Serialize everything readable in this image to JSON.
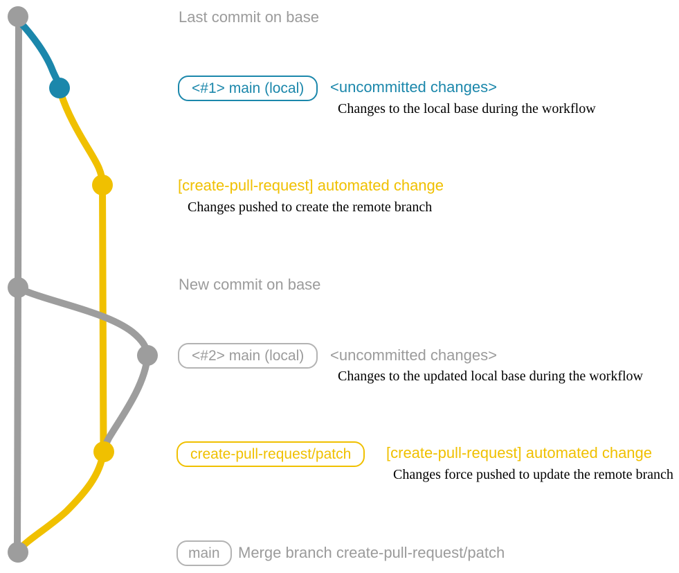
{
  "colors": {
    "gray": "#9d9d9d",
    "gray_text": "#9b9b9b",
    "gray_badge_border": "#b3b3b3",
    "blue": "#1b87ab",
    "yellow": "#f0c000",
    "note_black": "#000000"
  },
  "graph": {
    "branches": [
      "base (gray)",
      "main local (blue/gray)",
      "create-pull-request/patch (yellow)"
    ],
    "nodes": [
      {
        "name": "commit-last-on-base",
        "color": "gray"
      },
      {
        "name": "commit-main-local-1",
        "color": "blue"
      },
      {
        "name": "commit-automated-change-1",
        "color": "yellow"
      },
      {
        "name": "commit-new-on-base",
        "color": "gray"
      },
      {
        "name": "commit-main-local-2",
        "color": "gray"
      },
      {
        "name": "commit-automated-change-2",
        "color": "yellow"
      },
      {
        "name": "commit-merge",
        "color": "gray"
      }
    ]
  },
  "annotations": {
    "last_commit": {
      "label": "Last commit on base"
    },
    "branch_head_1": {
      "badge": "<#1> main (local)",
      "status": "<uncommitted changes>",
      "note": "Changes to the local base during the workflow"
    },
    "automated_change_1": {
      "label": "[create-pull-request] automated change",
      "note": "Changes pushed to create the remote branch"
    },
    "new_commit": {
      "label": "New commit on base"
    },
    "branch_head_2": {
      "badge": "<#2> main (local)",
      "status": "<uncommitted changes>",
      "note": "Changes to the updated local base during the workflow"
    },
    "patch_branch": {
      "badge": "create-pull-request/patch",
      "label": "[create-pull-request] automated change",
      "note": "Changes force pushed to update the remote branch"
    },
    "merge_commit": {
      "badge": "main",
      "label": "Merge branch create-pull-request/patch"
    }
  }
}
